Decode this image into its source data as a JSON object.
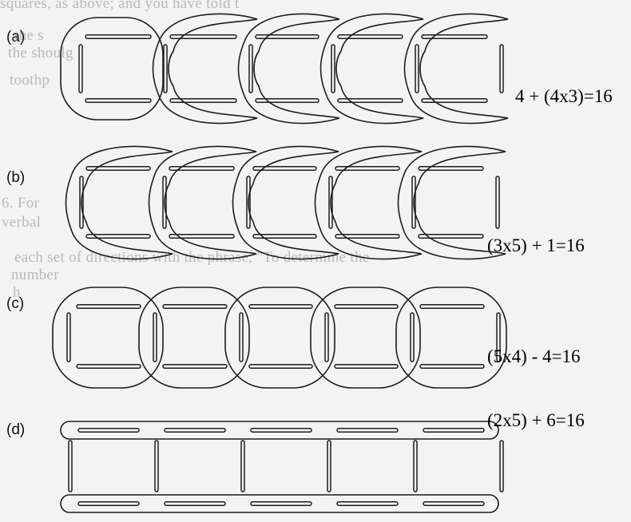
{
  "bleed_through": [
    "squares, as above; and you have told t",
    "the s",
    "the shoulg",
    "toothp",
    "6. For",
    "verbal",
    "each set of directions with the phrase, \"To determine the",
    "number",
    "h"
  ],
  "rows": [
    {
      "label": "(a)",
      "formula": "4 + (4x3)=16"
    },
    {
      "label": "(b)",
      "formula": "(3x5) + 1=16"
    },
    {
      "label": "(c)",
      "formula": "(5x4) - 4=16"
    },
    {
      "label": "(d)",
      "formula": "(2x5) + 6=16"
    }
  ],
  "colors": {
    "ink": "#1c1c1c",
    "bleed": "#b9b9b9",
    "paper": "#f3f3f3"
  }
}
